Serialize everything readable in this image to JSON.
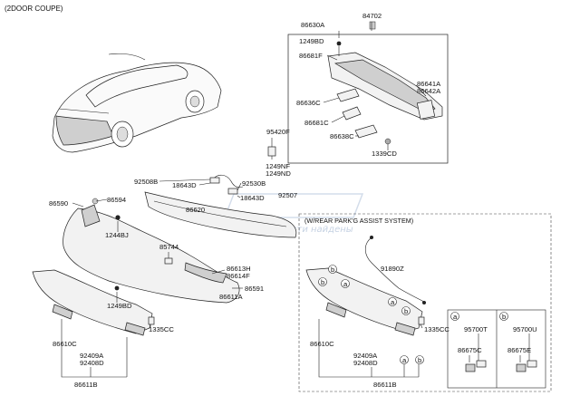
{
  "header": {
    "variant": "(2DOOR COUPE)"
  },
  "rear_park_assist_box": {
    "title": "(W/REAR PARK'G ASSIST SYSTEM)"
  },
  "watermark": {
    "text": "запчасти найдены"
  },
  "callouts": {
    "a": "a",
    "b": "b"
  },
  "labels": {
    "p86630A": "86630A",
    "p84702": "84702",
    "p1249BD_top": "1249BD",
    "p86681F": "86681F",
    "p86641A": "86641A",
    "p86642A": "86642A",
    "p86636C": "86636C",
    "p86681C": "86681C",
    "p86638C": "86638C",
    "p1339CD": "1339CD",
    "p95420F": "95420F",
    "p1249NF": "1249NF",
    "p1249ND": "1249ND",
    "p92508B": "92508B",
    "p18643D_a": "18643D",
    "p92530B": "92530B",
    "p18643D_b": "18643D",
    "p92507": "92507",
    "p86620": "86620",
    "p86590": "86590",
    "p86594": "86594",
    "p1244BJ": "1244BJ",
    "p85744": "85744",
    "p86613H": "86613H",
    "p86614F": "86614F",
    "p86591": "86591",
    "p86611A": "86611A",
    "p1249BD_bottom": "1249BD",
    "p1335CC_left": "1335CC",
    "p86610C_left": "86610C",
    "p92409A_left": "92409A",
    "p92408D_left": "92408D",
    "p86611B_left": "86611B",
    "p91890Z": "91890Z",
    "p1335CC_right": "1335CC",
    "p86610C_right": "86610C",
    "p92409A_right": "92409A",
    "p92408D_right": "92408D",
    "p86611B_right": "86611B",
    "p95700T": "95700T",
    "p95700U": "95700U",
    "p86675C": "86675C",
    "p86675E": "86675E"
  }
}
